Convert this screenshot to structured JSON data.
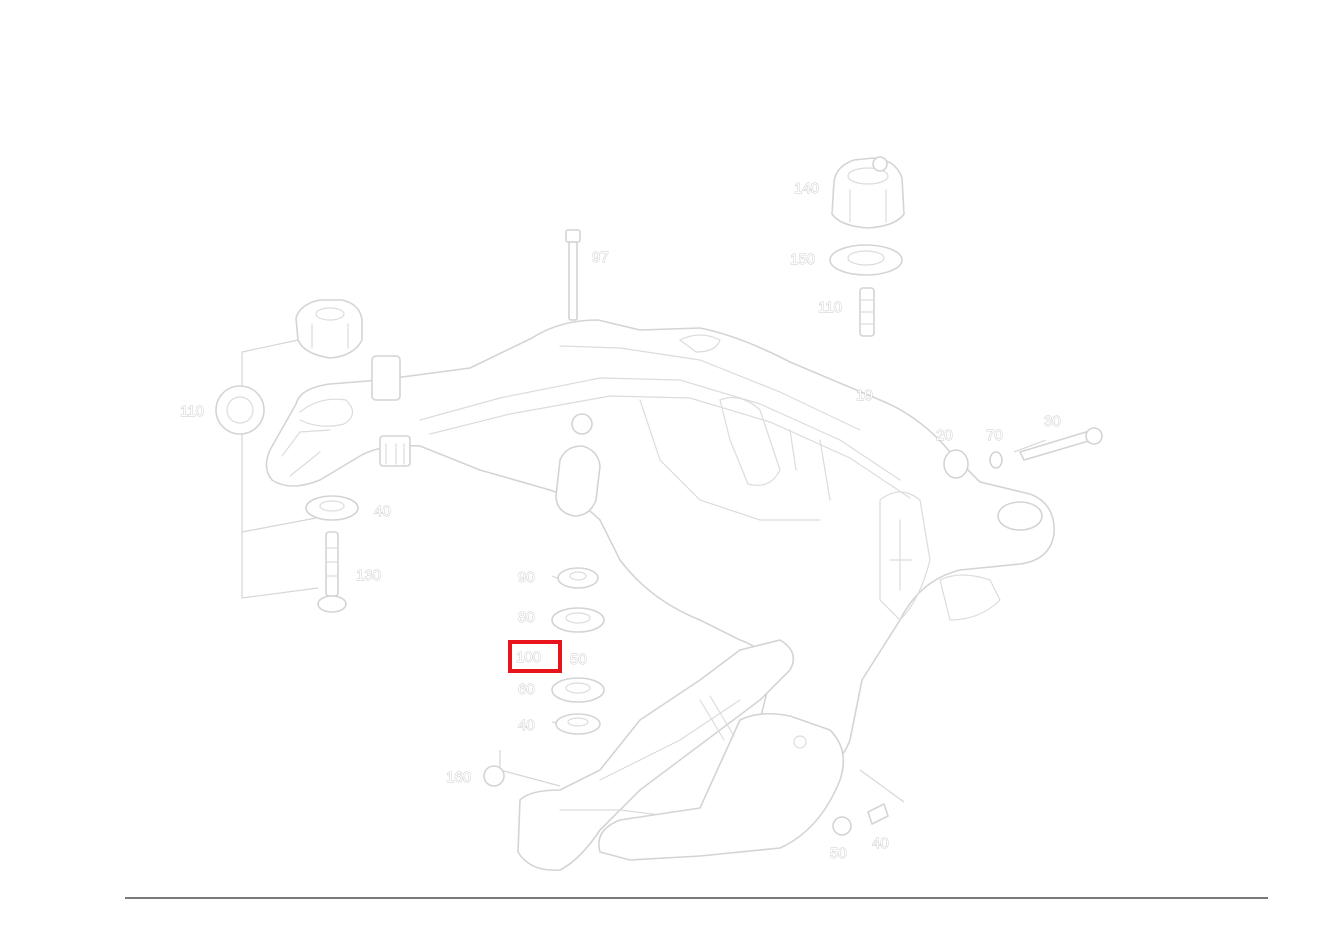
{
  "diagram": {
    "callouts": {
      "c_97": "97",
      "c_140": "140",
      "c_150": "150",
      "c_110a": "110",
      "c_10": "10",
      "c_20": "20",
      "c_70": "70",
      "c_30": "30",
      "c_110b": "110",
      "c_40": "40",
      "c_130": "130",
      "c_50": "50",
      "c_60": "60",
      "c_100": "100",
      "c_90": "90",
      "c_80": "80",
      "c_49": "40",
      "c_160": "160",
      "c_50b": "50",
      "c_40b": "40"
    },
    "highlighted_item": "100",
    "colors": {
      "highlight": "#e8141b",
      "line": "#d4d4d4",
      "footer_rule": "#2b2b2b"
    }
  }
}
